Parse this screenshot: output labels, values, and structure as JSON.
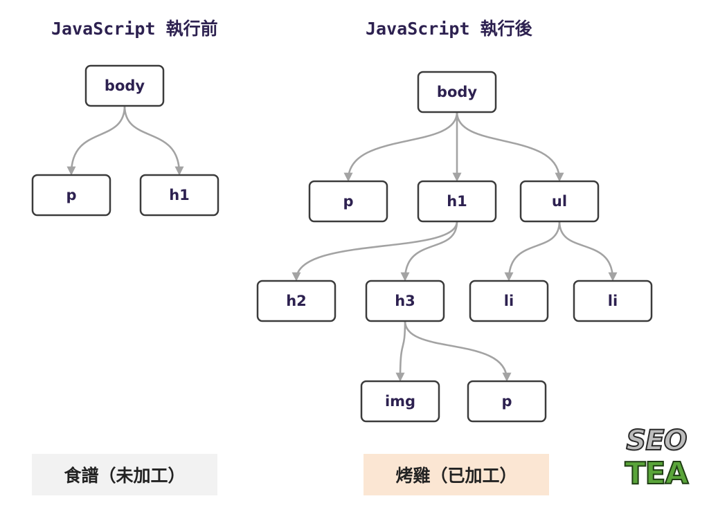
{
  "titles": {
    "before": "JavaScript 執行前",
    "after": "JavaScript 執行後"
  },
  "labels": {
    "before": "食譜（未加工）",
    "after": "烤雞（已加工）"
  },
  "colors": {
    "text": "#2d2150",
    "edge": "#a3a3a3",
    "node_border": "#3b3b3b",
    "label_before_bg": "#f2f2f2",
    "label_after_bg": "#fbe6d3",
    "logo_tea_green": "#5aa53a"
  },
  "logo": {
    "line1": "SEO",
    "line2": "TEA"
  },
  "trees": {
    "before": {
      "nodes": [
        {
          "id": "b-body",
          "text": "body"
        },
        {
          "id": "b-p",
          "text": "p"
        },
        {
          "id": "b-h1",
          "text": "h1"
        }
      ],
      "edges": [
        [
          "b-body",
          "b-p"
        ],
        [
          "b-body",
          "b-h1"
        ]
      ]
    },
    "after": {
      "nodes": [
        {
          "id": "a-body",
          "text": "body"
        },
        {
          "id": "a-p",
          "text": "p"
        },
        {
          "id": "a-h1",
          "text": "h1"
        },
        {
          "id": "a-ul",
          "text": "ul"
        },
        {
          "id": "a-h2",
          "text": "h2"
        },
        {
          "id": "a-h3",
          "text": "h3"
        },
        {
          "id": "a-li1",
          "text": "li"
        },
        {
          "id": "a-li2",
          "text": "li"
        },
        {
          "id": "a-img",
          "text": "img"
        },
        {
          "id": "a-p2",
          "text": "p"
        }
      ],
      "edges": [
        [
          "a-body",
          "a-p"
        ],
        [
          "a-body",
          "a-h1"
        ],
        [
          "a-body",
          "a-ul"
        ],
        [
          "a-h1",
          "a-h2"
        ],
        [
          "a-h1",
          "a-h3"
        ],
        [
          "a-ul",
          "a-li1"
        ],
        [
          "a-ul",
          "a-li2"
        ],
        [
          "a-h3",
          "a-img"
        ],
        [
          "a-h3",
          "a-p2"
        ]
      ]
    }
  }
}
